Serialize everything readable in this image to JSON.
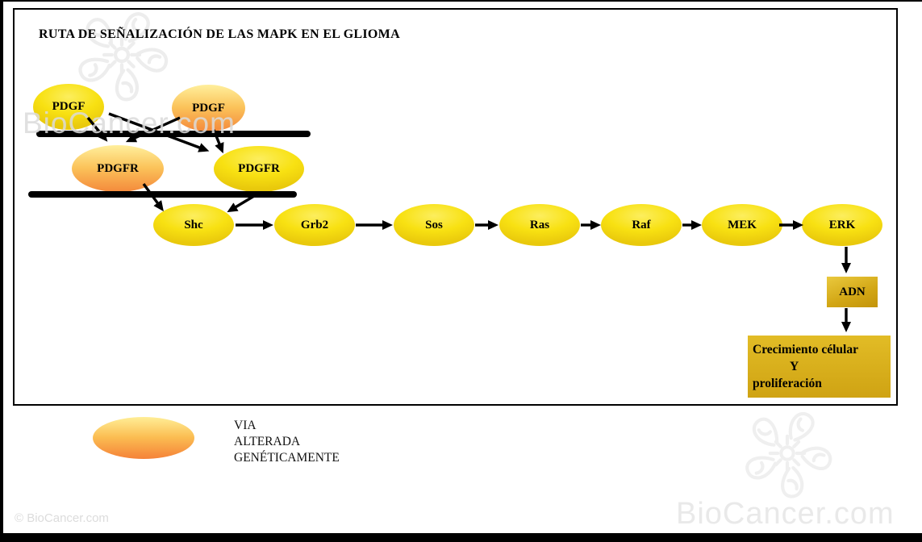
{
  "title": "RUTA DE SEÑALIZACIÓN DE LAS MAPK EN EL GLIOMA",
  "nodes": {
    "pdgf_left": "PDGF",
    "pdgf_right": "PDGF",
    "pdgfr_left": "PDGFR",
    "pdgfr_right": "PDGFR",
    "shc": "Shc",
    "grb2": "Grb2",
    "sos": "Sos",
    "ras": "Ras",
    "raf": "Raf",
    "mek": "MEK",
    "erk": "ERK",
    "adn": "ADN"
  },
  "outcome_box": {
    "line1": "Crecimiento célular",
    "line2": "Y",
    "line3": "proliferación"
  },
  "legend": {
    "line1": "VIA",
    "line2": "ALTERADA",
    "line3": "GENÉTICAMENTE"
  },
  "watermark": {
    "text_top_left": "BioCancer.com",
    "text_bottom_right": "BioCancer.com",
    "copyright": "© BioCancer.com",
    "flower_icon": "biocancer-flower-logo"
  },
  "colors": {
    "node_yellow": "#f8e112",
    "node_altered_top": "#ffef9c",
    "node_altered_bottom": "#f4893c",
    "gold_box": "#d2a614",
    "membrane": "#000000",
    "watermark_gray": "#dddddd"
  }
}
